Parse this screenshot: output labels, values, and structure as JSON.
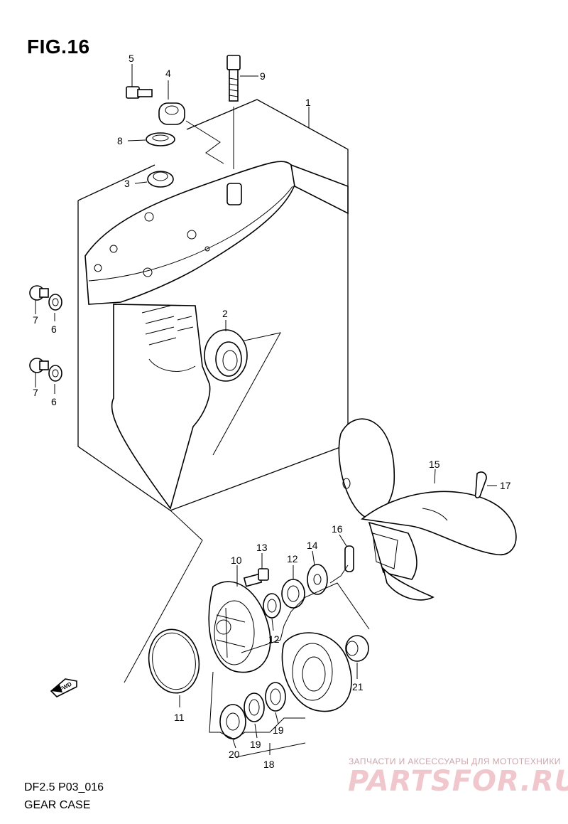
{
  "header": {
    "title": "FIG.16"
  },
  "footer": {
    "model_code": "DF2.5 P03_016",
    "section_name": "GEAR CASE"
  },
  "watermark": {
    "tagline": "ЗАПЧАСТИ И АКСЕССУАРЫ ДЛЯ МОТОТЕХНИКИ",
    "logo_text": "PARTSFOR.RU"
  },
  "fwd_arrow": {
    "label": "FWD"
  },
  "callouts": [
    {
      "id": "c1",
      "number": "1"
    },
    {
      "id": "c2",
      "number": "2"
    },
    {
      "id": "c3",
      "number": "3"
    },
    {
      "id": "c4",
      "number": "4"
    },
    {
      "id": "c5",
      "number": "5"
    },
    {
      "id": "c6a",
      "number": "6"
    },
    {
      "id": "c6b",
      "number": "6"
    },
    {
      "id": "c7a",
      "number": "7"
    },
    {
      "id": "c7b",
      "number": "7"
    },
    {
      "id": "c8",
      "number": "8"
    },
    {
      "id": "c9",
      "number": "9"
    },
    {
      "id": "c10",
      "number": "10"
    },
    {
      "id": "c11",
      "number": "11"
    },
    {
      "id": "c12a",
      "number": "12"
    },
    {
      "id": "c12b",
      "number": "12"
    },
    {
      "id": "c13",
      "number": "13"
    },
    {
      "id": "c14",
      "number": "14"
    },
    {
      "id": "c15",
      "number": "15"
    },
    {
      "id": "c16",
      "number": "16"
    },
    {
      "id": "c17",
      "number": "17"
    },
    {
      "id": "c18",
      "number": "18"
    },
    {
      "id": "c19a",
      "number": "19"
    },
    {
      "id": "c19b",
      "number": "19"
    },
    {
      "id": "c20",
      "number": "20"
    },
    {
      "id": "c21",
      "number": "21"
    }
  ]
}
